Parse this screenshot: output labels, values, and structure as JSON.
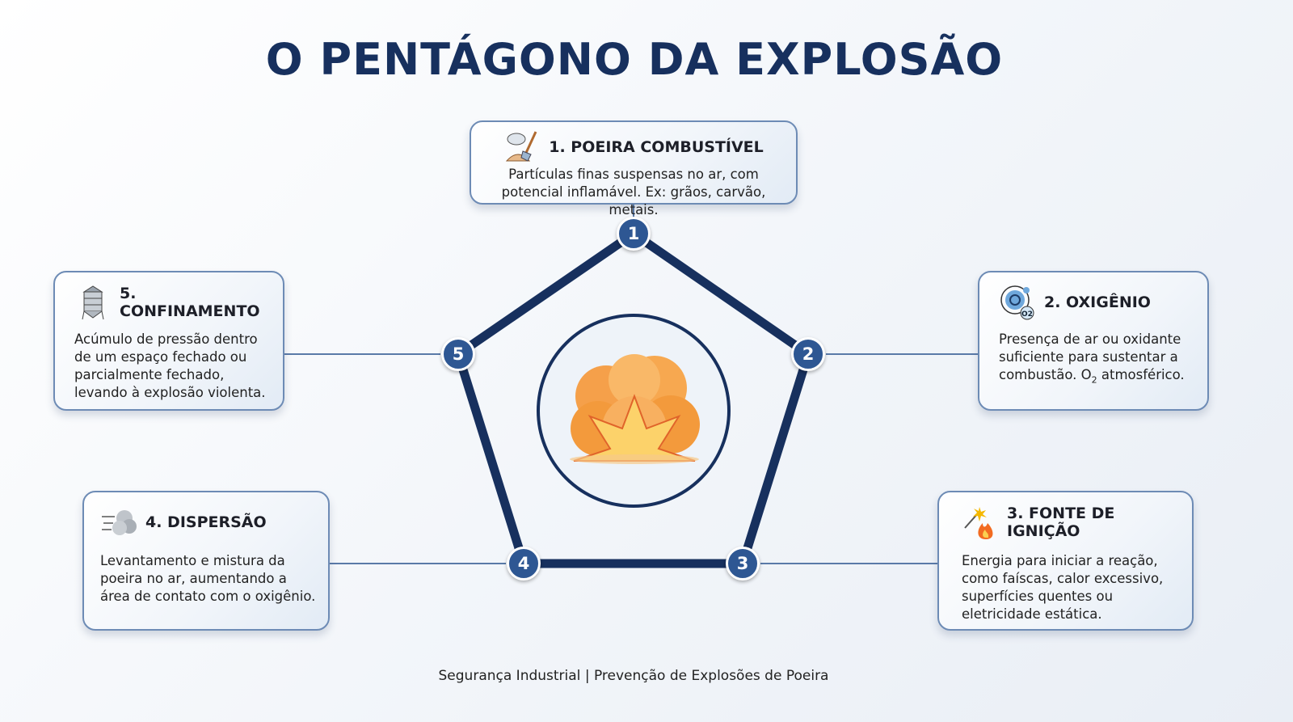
{
  "title": "O PENTÁGONO DA EXPLOSÃO",
  "elements": [
    {
      "number": "1",
      "title": "1. POEIRA COMBUSTÍVEL",
      "text": "Partículas finas suspensas no ar, com potencial inflamável. Ex: grãos, carvão, metais.",
      "icon": "dust-shovel-icon"
    },
    {
      "number": "2",
      "title": "2. OXIGÊNIO",
      "text_before": "Presença de ar ou oxidante suficiente para sustentar a combustão. O",
      "text_sub": "2",
      "text_after": " atmosférico.",
      "icon": "oxygen-molecule-icon"
    },
    {
      "number": "3",
      "title": "3. FONTE DE IGNIÇÃO",
      "text": "Energia para iniciar a reação, como faíscas, calor excessivo, superfícies quentes ou eletricidade estática.",
      "icon": "spark-flame-icon"
    },
    {
      "number": "4",
      "title": "4. DISPERSÃO",
      "text": "Levantamento e mistura da poeira no ar, aumentando a área de contato com o oxigênio.",
      "icon": "dust-cloud-icon"
    },
    {
      "number": "5",
      "title": "5. CONFINAMENTO",
      "text": "Acúmulo de pressão dentro de um espaço fechado ou parcialmente fechado, levando à explosão violenta.",
      "icon": "silo-icon"
    }
  ],
  "footer": "Segurança Industrial | Prevenção de Explosões de Poeira",
  "colors": {
    "navy": "#17305e",
    "badge": "#2e5793",
    "border": "#6d8bb5",
    "explosion": "#f39a3c"
  }
}
